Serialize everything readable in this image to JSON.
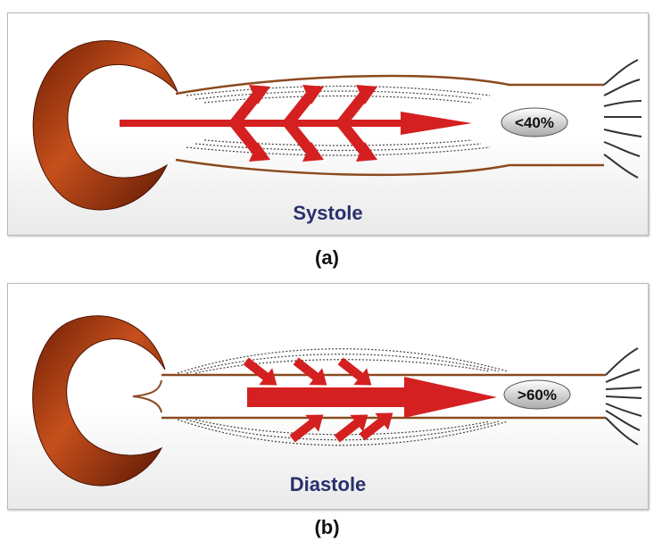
{
  "panels": [
    {
      "phase_label": "Systole",
      "fraction_text": "<40%",
      "caption": "(a)"
    },
    {
      "phase_label": "Diastole",
      "fraction_text": ">60%",
      "caption": "(b)"
    }
  ],
  "colors": {
    "muscle": "#8b2f0c",
    "arrow": "#d42020",
    "label": "#2a2f6e"
  },
  "icons": [
    "heart-chamber-icon",
    "muscle-fiber-icon",
    "arrow-icon",
    "fan-fibers-icon"
  ]
}
